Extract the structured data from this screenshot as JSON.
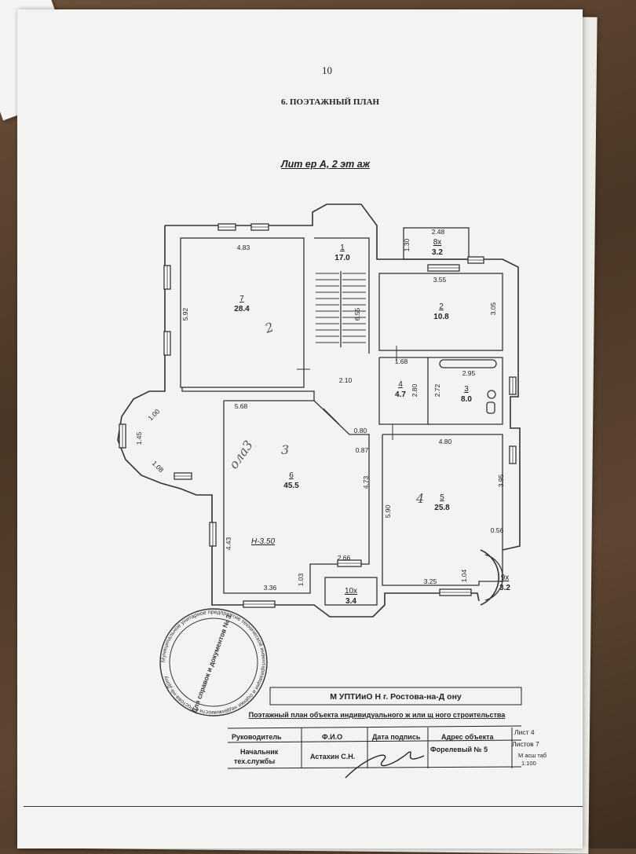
{
  "page_number": "10",
  "section_title": "6. ПОЭТАЖНЫЙ ПЛАН",
  "plan_title": "Лит ер А,  2 эт аж",
  "rooms": [
    {
      "num": "1",
      "area": "17.0"
    },
    {
      "num": "2",
      "area": "10.8"
    },
    {
      "num": "3",
      "area": "8.0"
    },
    {
      "num": "4",
      "area": "4.7"
    },
    {
      "num": "5",
      "area": "25.8"
    },
    {
      "num": "6",
      "area": "45.5"
    },
    {
      "num": "7",
      "area": "28.4"
    },
    {
      "num": "8х",
      "area": "3.2"
    },
    {
      "num": "9х",
      "area": "3.2"
    },
    {
      "num": "10х",
      "area": "3.4"
    }
  ],
  "dims": [
    "4.83",
    "5.92",
    "2.48",
    "1.30",
    "3.55",
    "3.05",
    "6.55",
    "1.68",
    "2.95",
    "2.80",
    "2.72",
    "2.10",
    "0.80",
    "0.87",
    "4.80",
    "5.68",
    "1.00",
    "1.45",
    "1.08",
    "4.73",
    "5.90",
    "3.95",
    "0.56",
    "4.43",
    "2.66",
    "1.03",
    "3.36",
    "3.25",
    "1.04"
  ],
  "height_mark": "Н-3.50",
  "handwritten": {
    "a": "2",
    "b": "ола3",
    "c": "3",
    "d": "4"
  },
  "stamp": {
    "outer_text": "Муниципальное унитарное предприятие технической инвентаризации и оценки недвижимости г. Ростова-на-Дону",
    "inner_text": "Для справок и документов № 3"
  },
  "title_block": {
    "org": "М УПТИиО Н  г. Ростова-на-Д ону",
    "subject": "Поэтажный  план объекта индивидуального ж или щ ного строительства",
    "headers": [
      "Руководитель",
      "Ф.И.О",
      "Дата подпись",
      "Адрес объекта"
    ],
    "sheet": "Лист",
    "sheet_num": "4",
    "sheets": "Листов",
    "sheets_num": "7",
    "role": "Начальник\nтех.службы",
    "name": "Астахин С.Н.",
    "address": "Форелевый № 5",
    "scale_label": "М асш таб",
    "scale": "1:100"
  }
}
